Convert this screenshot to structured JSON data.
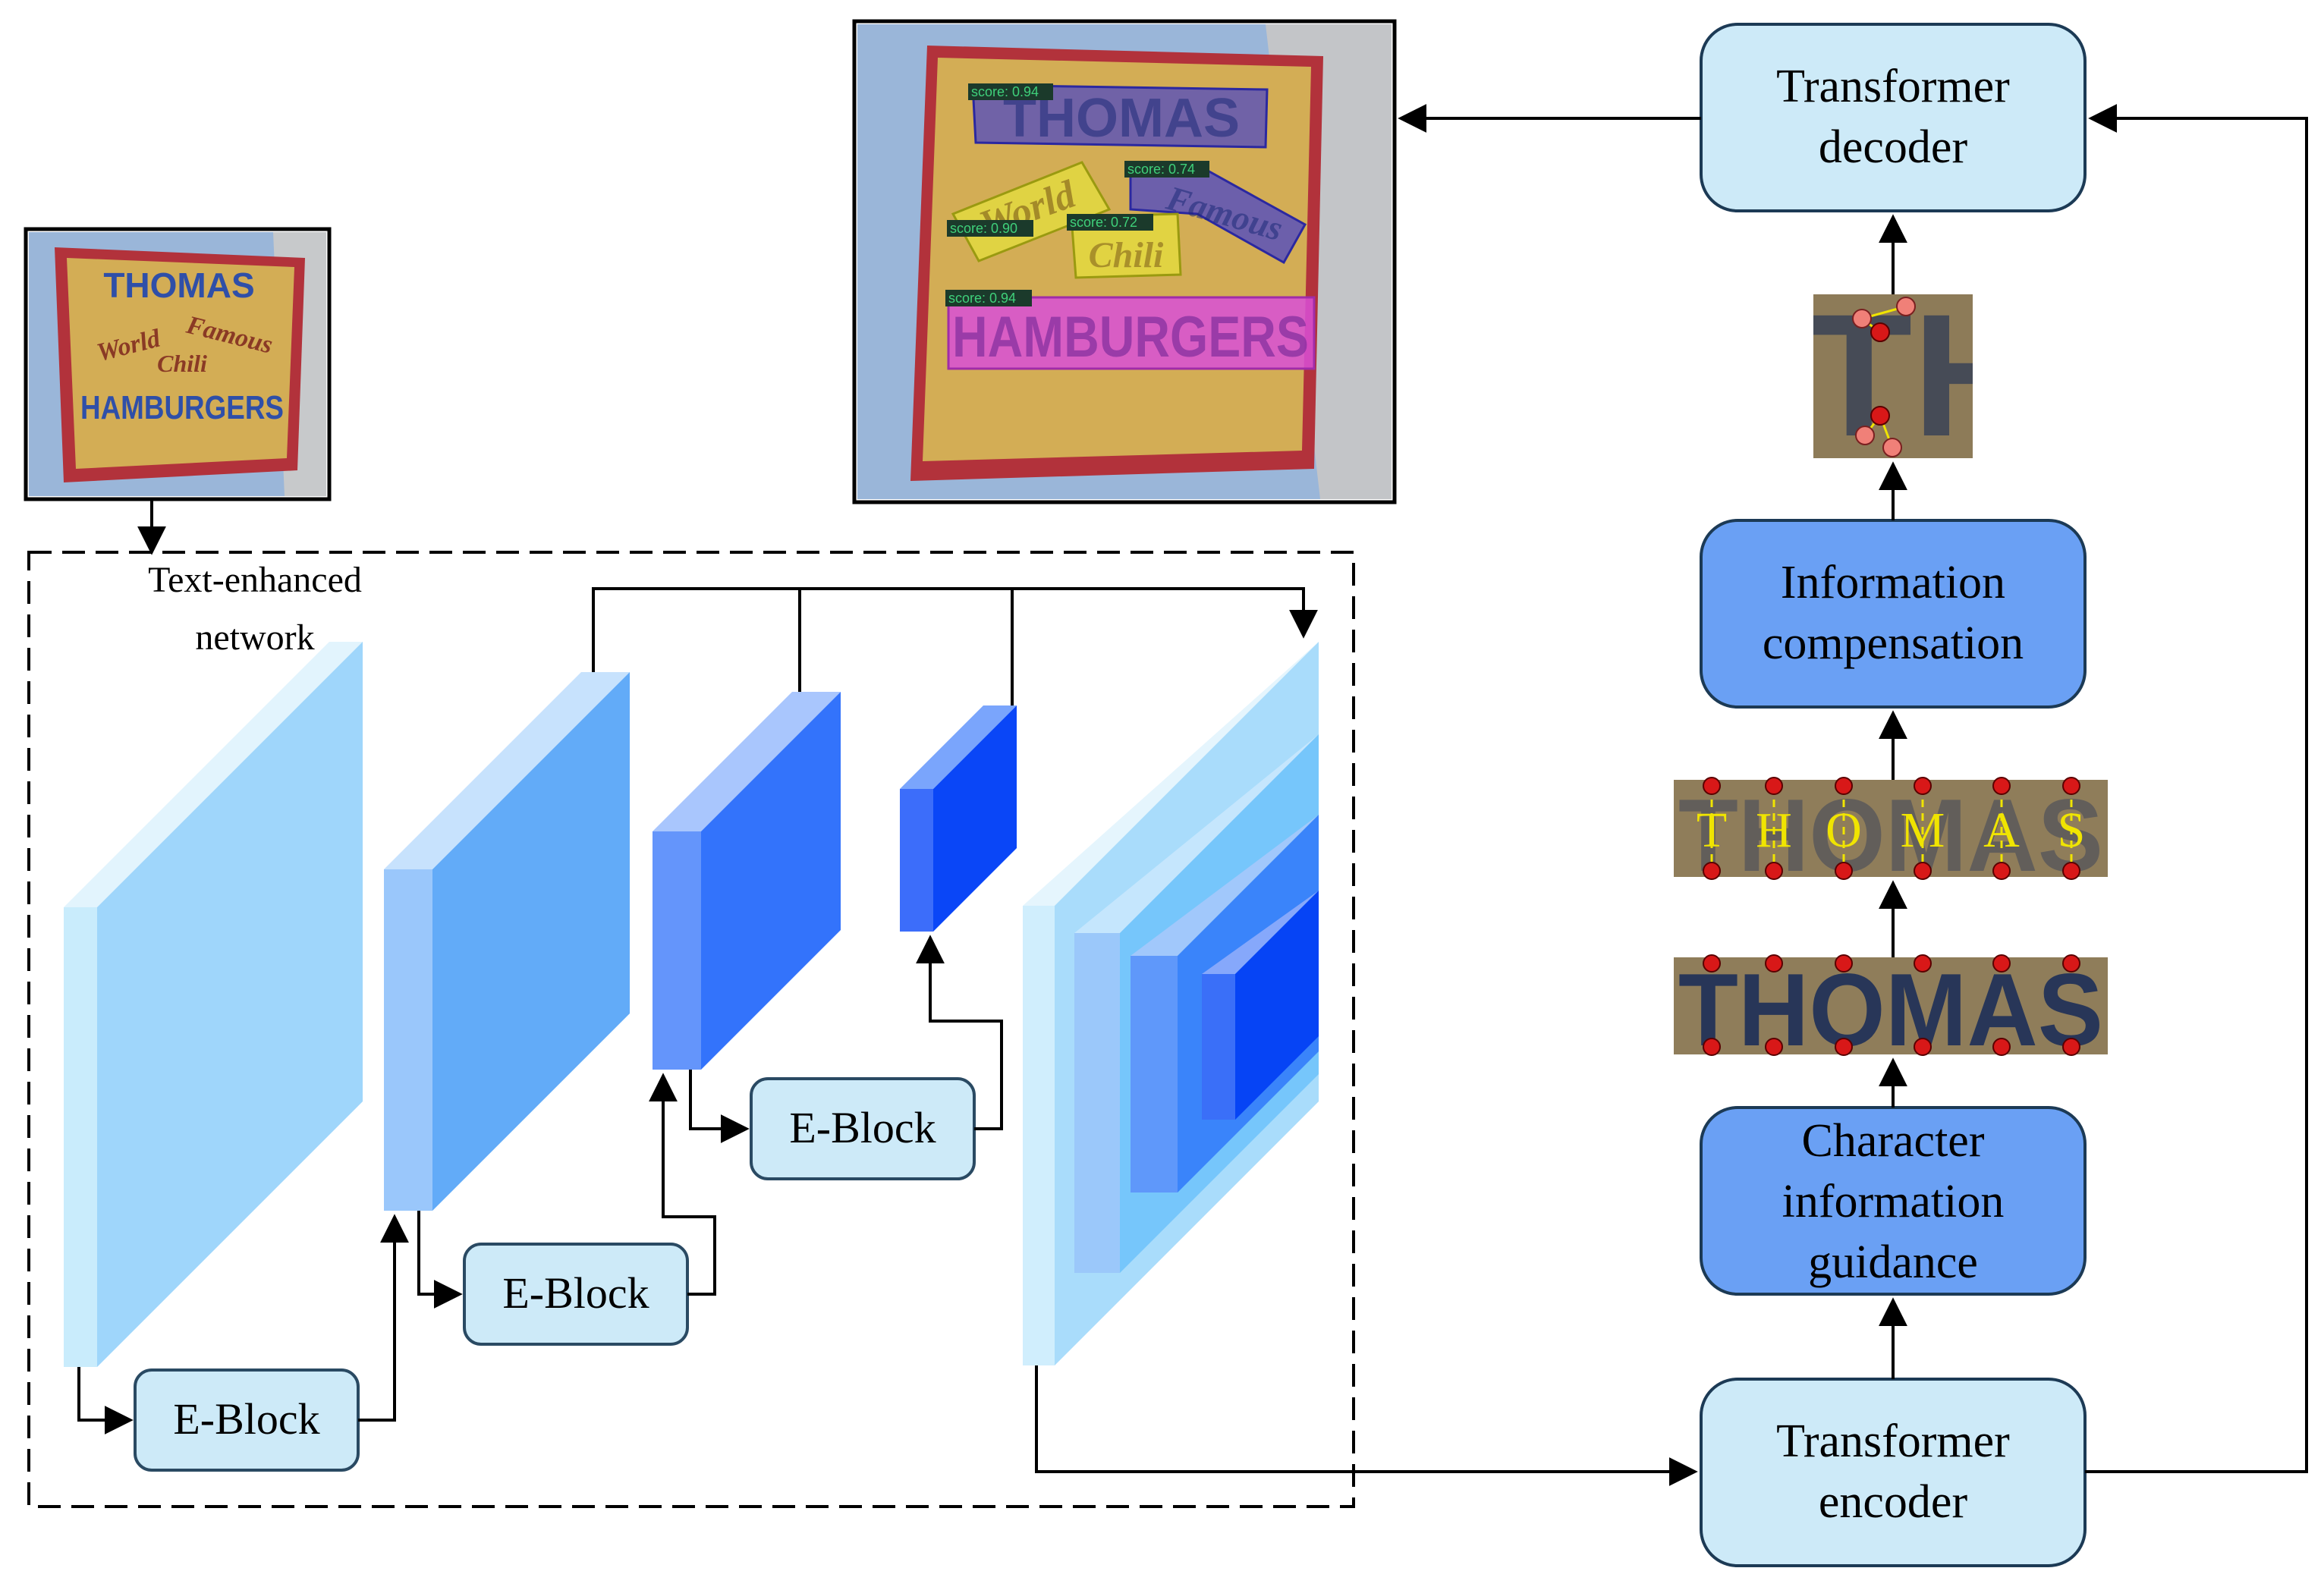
{
  "colors": {
    "box_light": "#cdeaf8",
    "box_dark": "#6aa0f4",
    "box_stroke": "#1c3a55",
    "sign_board": "#d3ad55",
    "sign_frame": "#b2323b",
    "sign_blue": "#2f4fa8",
    "sign_brown": "#8a3a25",
    "sky": "#9ab6d9",
    "det_blue": "#4a45c8",
    "det_yellow": "#e6e23c",
    "det_magenta": "#d84fd8",
    "score_green": "#3fd07a",
    "point_red": "#d81818",
    "char_yellow": "#f0e400"
  },
  "network": {
    "label_line1": "Text-enhanced",
    "label_line2": "network"
  },
  "blocks": {
    "eblock_1": "E-Block",
    "eblock_2": "E-Block",
    "eblock_3": "E-Block",
    "decoder_line1": "Transformer",
    "decoder_line2": "decoder",
    "encoder_line1": "Transformer",
    "encoder_line2": "encoder",
    "compensation_line1": "Information",
    "compensation_line2": "compensation",
    "guidance_line1": "Character",
    "guidance_line2": "information",
    "guidance_line3": "guidance"
  },
  "input_sign": {
    "line1": "THOMAS",
    "line2a": "World",
    "line2b": "Famous",
    "line3": "Chili",
    "line4": "HAMBURGERS"
  },
  "detections": [
    {
      "word": "THOMAS",
      "score": "score: 0.94"
    },
    {
      "word": "World",
      "score": "score: 0.90"
    },
    {
      "word": "Famous",
      "score": "score: 0.74"
    },
    {
      "word": "Chili",
      "score": "score: 0.72"
    },
    {
      "word": "HAMBURGERS",
      "score": "score: 0.94"
    }
  ],
  "crops": {
    "word_crop": "THOMAS",
    "char_crop_letters": [
      "T",
      "H",
      "O",
      "M",
      "A",
      "S"
    ],
    "detail_crop": "TH"
  }
}
